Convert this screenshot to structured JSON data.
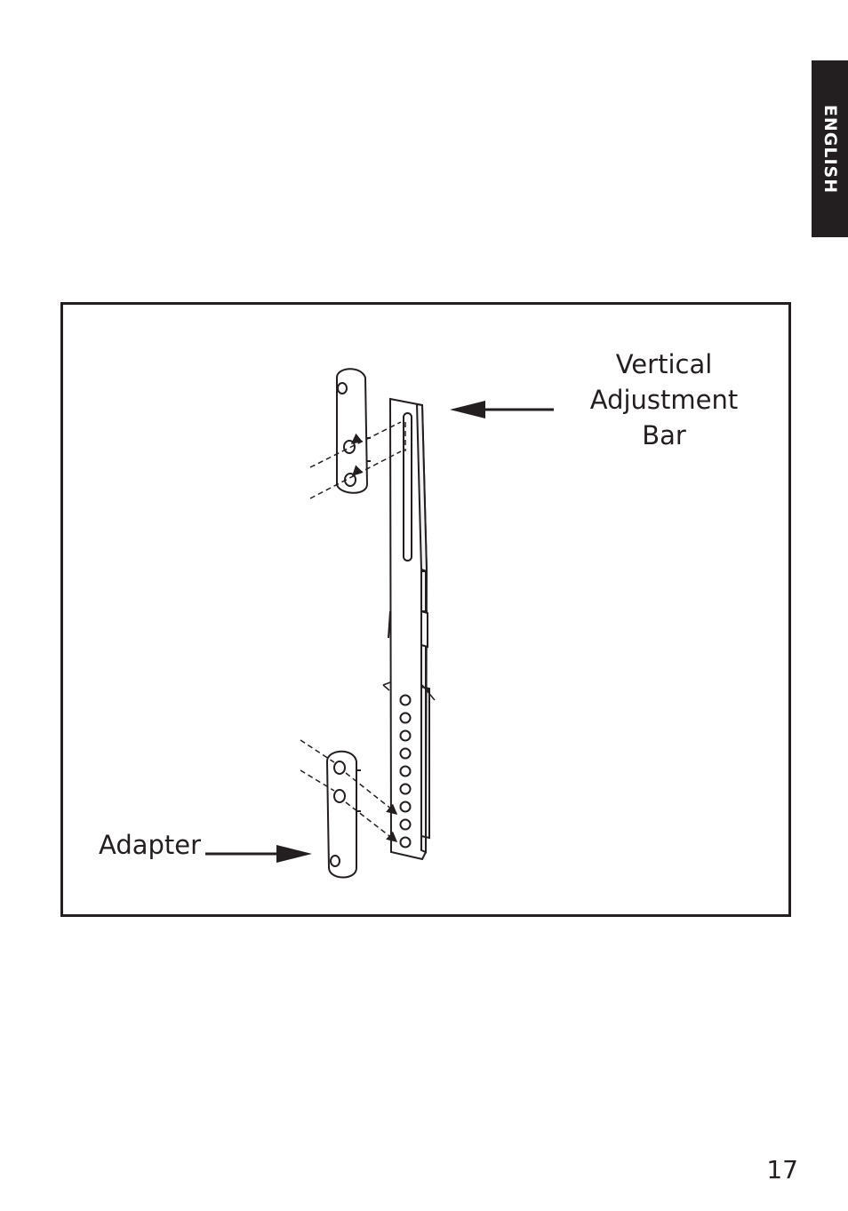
{
  "sidebar": {
    "language_tab": "ENGLISH"
  },
  "figure": {
    "labels": {
      "vertical_adjustment_bar": "Vertical\nAdjustment Bar",
      "adapter": "Adapter"
    }
  },
  "footer": {
    "page_number": "17"
  },
  "colors": {
    "ink": "#231f20",
    "tab_background": "#231f20",
    "tab_text": "#ffffff"
  }
}
